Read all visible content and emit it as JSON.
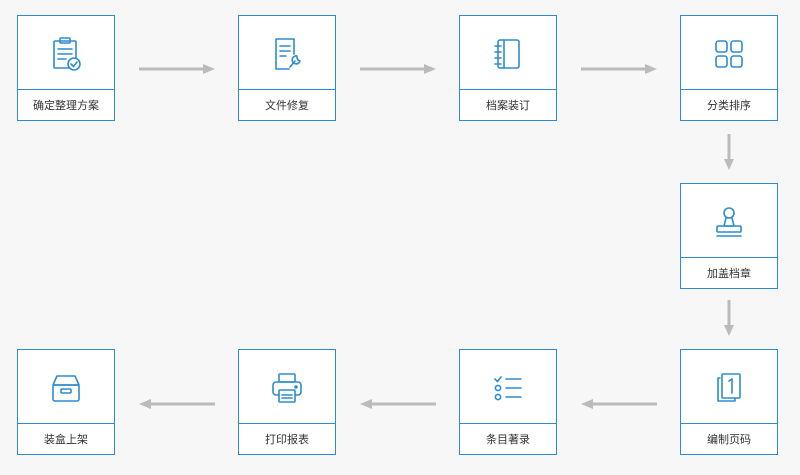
{
  "colors": {
    "accent": "#2e8bd0",
    "arrow": "#bbbbbb",
    "background": "#f7f7f7"
  },
  "steps": [
    {
      "label": "确定整理方案",
      "icon": "clipboard-check-icon"
    },
    {
      "label": "文件修复",
      "icon": "document-wrench-icon"
    },
    {
      "label": "档案装订",
      "icon": "bound-notebook-icon"
    },
    {
      "label": "分类排序",
      "icon": "four-squares-icon"
    },
    {
      "label": "加盖档章",
      "icon": "stamp-icon"
    },
    {
      "label": "编制页码",
      "icon": "page-number-icon"
    },
    {
      "label": "条目著录",
      "icon": "checklist-icon"
    },
    {
      "label": "打印报表",
      "icon": "printer-icon"
    },
    {
      "label": "装盒上架",
      "icon": "archive-box-icon"
    }
  ]
}
